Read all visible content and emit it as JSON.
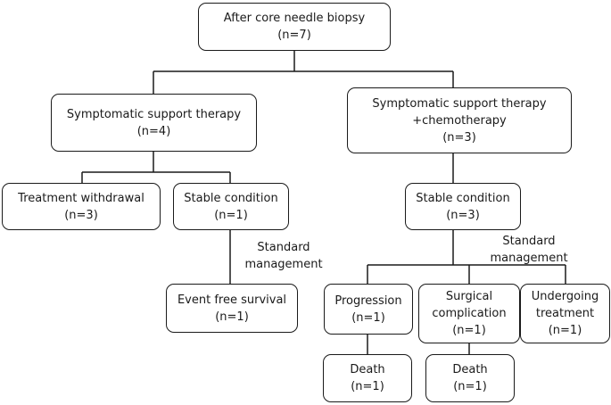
{
  "root": {
    "title": "After core needle biopsy",
    "count": "(n=7)"
  },
  "left_branch": {
    "title": "Symptomatic support therapy",
    "count": "(n=4)",
    "withdrawal": {
      "title": "Treatment withdrawal",
      "count": "(n=3)"
    },
    "stable": {
      "title": "Stable condition",
      "count": "(n=1)"
    },
    "management_label": {
      "line1": "Standard",
      "line2": "management"
    },
    "event_free": {
      "title": "Event free survival",
      "count": "(n=1)"
    }
  },
  "right_branch": {
    "title_line1": "Symptomatic support therapy",
    "title_line2": "+chemotherapy",
    "count": "(n=3)",
    "stable": {
      "title": "Stable condition",
      "count": "(n=3)"
    },
    "management_label": {
      "line1": "Standard",
      "line2": "management"
    },
    "progression": {
      "title": "Progression",
      "count": "(n=1)"
    },
    "surgical": {
      "title_line1": "Surgical",
      "title_line2": "complication",
      "count": "(n=1)"
    },
    "undergoing": {
      "title_line1": "Undergoing",
      "title_line2": "treatment",
      "count": "(n=1)"
    },
    "death_progression": {
      "title": "Death",
      "count": "(n=1)"
    },
    "death_surgical": {
      "title": "Death",
      "count": "(n=1)"
    }
  },
  "colors": {
    "stroke": "#1a1a1a",
    "background": "#ffffff",
    "text": "#1a1a1a"
  }
}
